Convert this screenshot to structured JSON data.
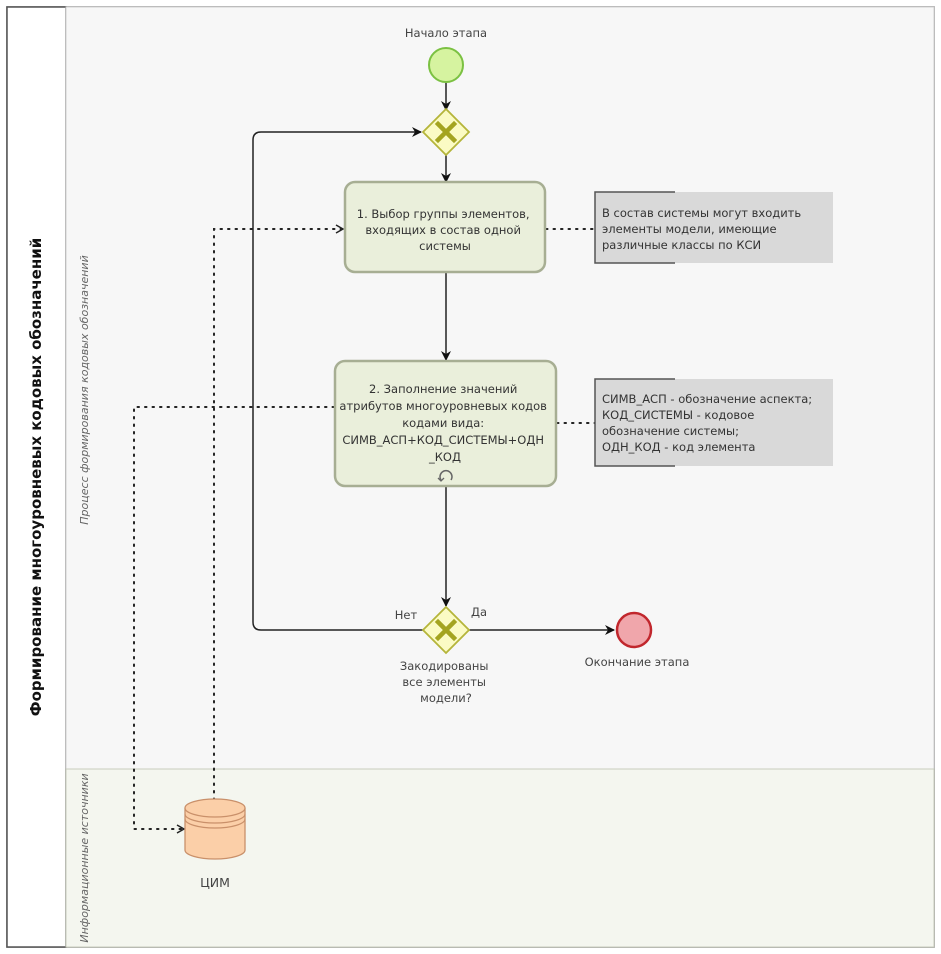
{
  "pool": {
    "title": "Формирование многоуровневых кодовых обозначений"
  },
  "lanes": [
    {
      "title": "Процесс формирования кодовых обозначений"
    },
    {
      "title": "Информационные источники"
    }
  ],
  "events": {
    "start": {
      "label": "Начало этапа",
      "color": "#d6f3a0",
      "stroke": "#7bc142"
    },
    "end": {
      "label": "Окончание этапа",
      "color": "#f0a6ab",
      "stroke": "#c1272d"
    }
  },
  "gateways": {
    "merge": {
      "type": "exclusive"
    },
    "decision": {
      "type": "exclusive",
      "label_lines": [
        "Закодированы",
        "все элементы",
        "модели?"
      ],
      "no_label": "Нет",
      "yes_label": "Да"
    },
    "fill": "#fbfbc4",
    "stroke": "#b5b53a",
    "marker_color": "#a4a420"
  },
  "tasks": [
    {
      "id": "task1",
      "lines": [
        "1. Выбор группы элементов,",
        "входящих в состав одной",
        "системы"
      ],
      "loop": false
    },
    {
      "id": "task2",
      "lines": [
        "2. Заполнение значений",
        "атрибутов многоуровневых кодов",
        "кодами вида:",
        "СИМВ_АСП+КОД_СИСТЕМЫ+ОДН",
        "_КОД"
      ],
      "loop": true
    }
  ],
  "annotations": [
    {
      "lines": [
        "В состав системы могут входить",
        "элементы модели, имеющие",
        "различные классы по КСИ"
      ]
    },
    {
      "lines": [
        "СИМВ_АСП - обозначение аспекта;",
        "КОД_СИСТЕМЫ - кодовое",
        "обозначение системы;",
        "ОДН_КОД - код элемента"
      ]
    }
  ],
  "data_store": {
    "label": "ЦИМ",
    "fill": "#fbcfa8",
    "stroke": "#c9906a"
  },
  "colors": {
    "task_fill": "#eaefdb",
    "task_stroke": "#a7ae93",
    "note_fill": "#d9d9d9",
    "lane1_bg": "#f7f7f7",
    "lane2_bg": "#f4f6ef"
  }
}
